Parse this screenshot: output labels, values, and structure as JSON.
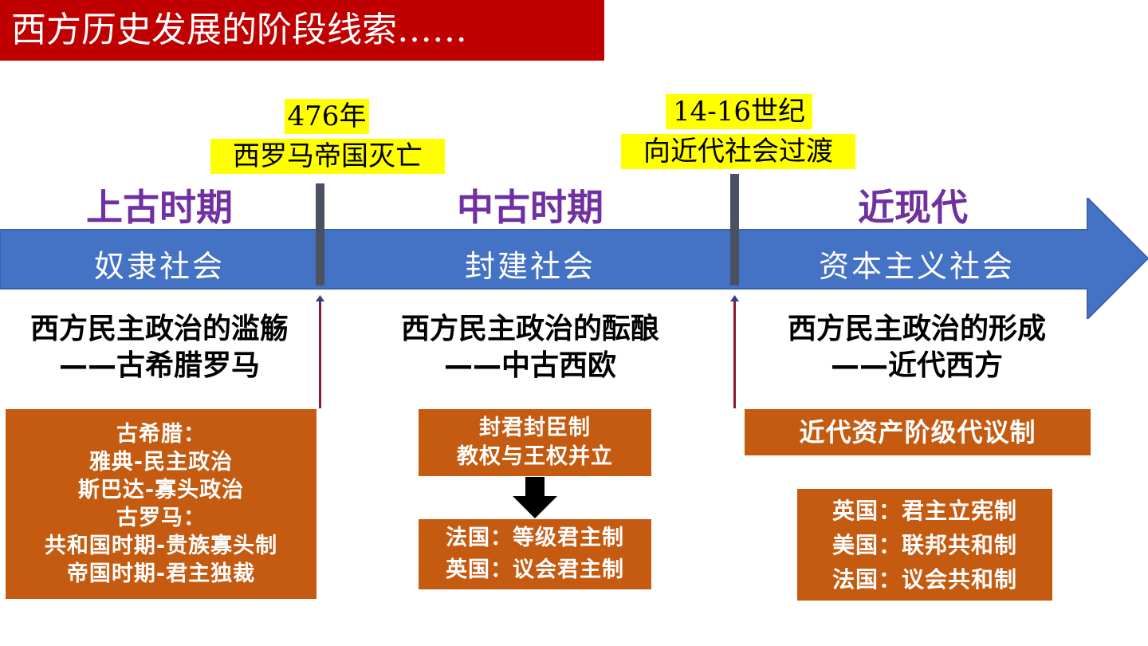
{
  "title": "西方历史发展的阶段线索……",
  "markers": [
    {
      "year": "476年",
      "event": "西罗马帝国灭亡"
    },
    {
      "year": "14-16世纪",
      "event": "向近代社会过渡"
    }
  ],
  "periods": [
    {
      "name": "上古时期",
      "society": "奴隶社会"
    },
    {
      "name": "中古时期",
      "society": "封建社会"
    },
    {
      "name": "近现代",
      "society": "资本主义社会"
    }
  ],
  "subheads": [
    {
      "line1": "西方民主政治的滥觞",
      "line2": "——古希腊罗马"
    },
    {
      "line1": "西方民主政治的酝酿",
      "line2": "——中古西欧"
    },
    {
      "line1": "西方民主政治的形成",
      "line2": "——近代西方"
    }
  ],
  "boxes": {
    "ancient": [
      "古希腊：",
      "雅典-民主政治",
      "斯巴达-寡头政治",
      "古罗马：",
      "共和国时期-贵族寡头制",
      "帝国时期-君主独裁"
    ],
    "medieval_top": [
      "封君封臣制",
      "教权与王权并立"
    ],
    "medieval_bottom": [
      "法国：等级君主制",
      "英国：议会君主制"
    ],
    "modern_top": [
      "近代资产阶级代议制"
    ],
    "modern_bottom": [
      "英国：君主立宪制",
      "美国：联邦共和制",
      "法国：议会共和制"
    ]
  },
  "colors": {
    "title_bg": "#c00000",
    "highlight": "#ffff00",
    "timeline": "#4472c4",
    "period_text": "#7030a0",
    "box_bg": "#c55a11"
  },
  "icons": [
    "arrow-right-icon",
    "arrow-down-icon",
    "arrow-up-icon"
  ]
}
